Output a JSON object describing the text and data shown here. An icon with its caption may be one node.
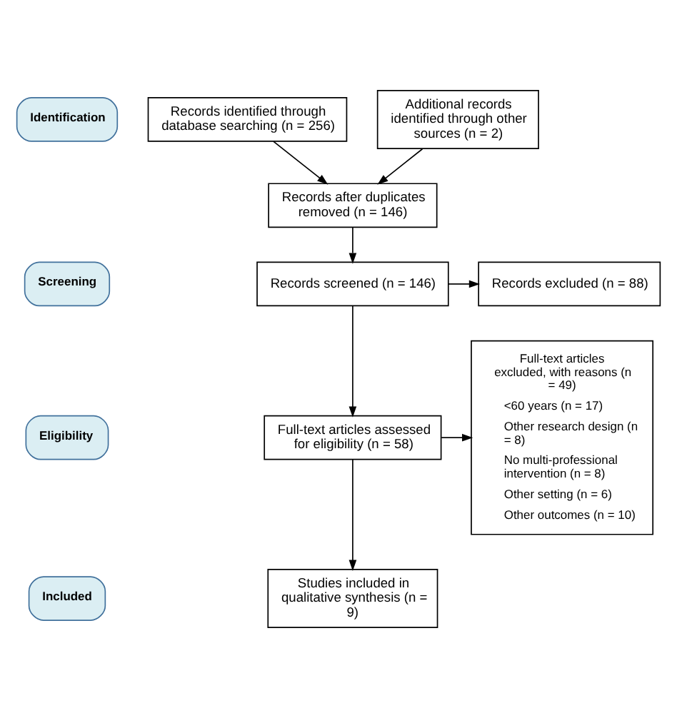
{
  "diagram": {
    "nodes": [
      {
        "text": [
          "Identification"
        ]
      },
      {
        "text": [
          "Screening"
        ]
      },
      {
        "text": [
          "Eligibility"
        ]
      },
      {
        "text": [
          "Included"
        ]
      },
      {
        "text": [
          "Records identified through database searching (n = 256)"
        ]
      },
      {
        "text": [
          "Additional records identified through other sources (n = 2)"
        ]
      },
      {
        "text": [
          "Records after duplicates removed (n = 146)"
        ]
      },
      {
        "text": [
          "Records screened (n = 146)"
        ]
      },
      {
        "text": [
          "Records excluded (n = 88)"
        ]
      },
      {
        "text": [
          "Full-text articles assessed for eligibility (n = 58)"
        ]
      },
      {
        "text": [
          "Full-text articles excluded, with reasons (n = 49)",
          "<60 years (n = 17)",
          "Other research design (n = 8)",
          "No multi-professional intervention (n = 8)",
          "Other setting (n = 6)",
          "Other outcomes (n = 10)"
        ]
      },
      {
        "text": [
          "Studies included in qualitative synthesis (n = 9)"
        ]
      }
    ],
    "edges": [
      {
        "from": 4,
        "to": 6,
        "arrow": "to"
      },
      {
        "from": 5,
        "to": 6,
        "arrow": "to"
      },
      {
        "from": 6,
        "to": 7,
        "arrow": "to"
      },
      {
        "from": 7,
        "to": 8,
        "arrow": "to"
      },
      {
        "from": 7,
        "to": 9,
        "arrow": "to"
      },
      {
        "from": 9,
        "to": 10,
        "arrow": "to"
      },
      {
        "from": 9,
        "to": 11,
        "arrow": "to"
      }
    ]
  }
}
